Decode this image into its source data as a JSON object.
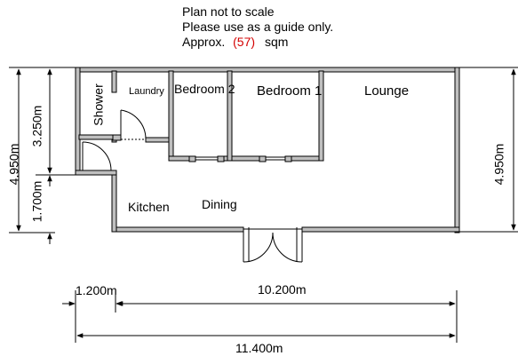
{
  "notes": {
    "line1": "Plan not to scale",
    "line2": "Please use as a guide only.",
    "line3_prefix": "Approx.",
    "area_value": "(57)",
    "line3_suffix": "sqm"
  },
  "rooms": {
    "shower": "Shower",
    "laundry": "Laundry",
    "bedroom2": "Bedroom 2",
    "bedroom1": "Bedroom 1",
    "lounge": "Lounge",
    "kitchen": "Kitchen",
    "dining": "Dining"
  },
  "dimensions": {
    "left_total": "4.950m",
    "left_upper": "3.250m",
    "left_lower": "1.700m",
    "right_total": "4.950m",
    "bottom_left": "1.200m",
    "bottom_right": "10.200m",
    "bottom_total": "11.400m"
  },
  "colors": {
    "area_value": "#d40000",
    "wall_fill": "#bfbfbf"
  }
}
